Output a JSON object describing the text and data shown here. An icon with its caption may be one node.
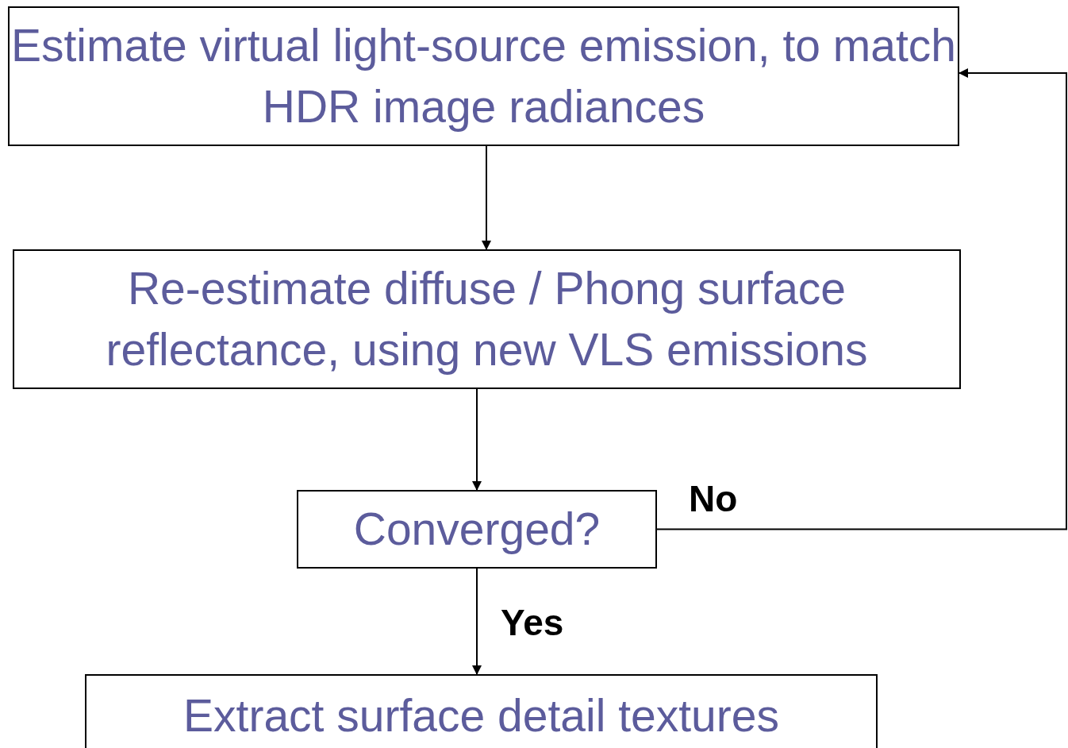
{
  "diagram": {
    "nodes": [
      {
        "text": [
          "Estimate virtual light-source emission, to match HDR image radiances"
        ]
      },
      {
        "text": [
          "Re-estimate diffuse / Phong surface reflectance, using new VLS emissions"
        ]
      },
      {
        "text": [
          "Converged?"
        ]
      },
      {
        "text": [
          "Extract surface detail textures"
        ]
      }
    ],
    "edges": [
      {
        "from": 0,
        "to": 1,
        "arrow": "to"
      },
      {
        "from": 1,
        "to": 2,
        "arrow": "to"
      },
      {
        "from": 2,
        "to": 3,
        "arrow": "to",
        "label": "Yes"
      },
      {
        "from": 2,
        "to": 0,
        "arrow": "to",
        "label": "No"
      }
    ]
  }
}
